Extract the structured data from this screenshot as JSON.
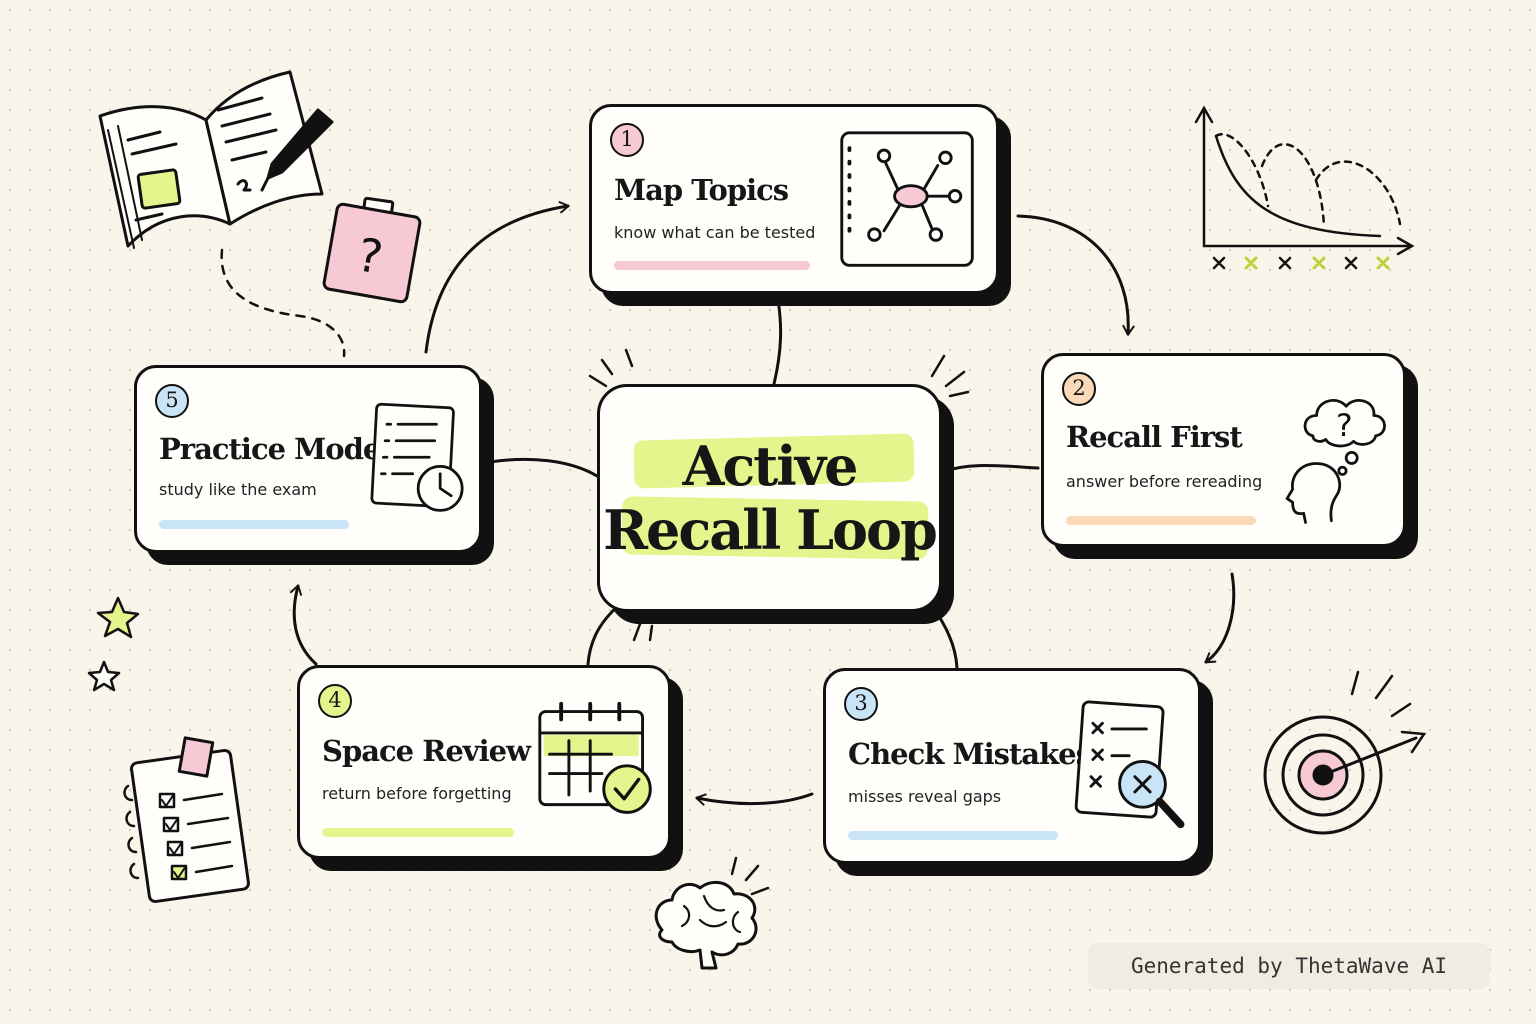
{
  "center": {
    "line1": "Active",
    "line2": "Recall Loop"
  },
  "steps": [
    {
      "num": "1",
      "title": "Map Topics",
      "subtitle": "know what can be tested",
      "icon": "mind-map-icon",
      "accent": "#f7c9d4"
    },
    {
      "num": "2",
      "title": "Recall First",
      "subtitle": "answer before rereading",
      "icon": "thinking-head-icon",
      "accent": "#f9d9b8"
    },
    {
      "num": "3",
      "title": "Check Mistakes",
      "subtitle": "misses reveal gaps",
      "icon": "checklist-magnifier-icon",
      "accent": "#c9e3f7"
    },
    {
      "num": "4",
      "title": "Space Review",
      "subtitle": "return before forgetting",
      "icon": "calendar-check-icon",
      "accent": "#e3f58c"
    },
    {
      "num": "5",
      "title": "Practice Mode",
      "subtitle": "study like the exam",
      "icon": "exam-clock-icon",
      "accent": "#c9e3f7"
    }
  ],
  "credit": "Generated by ThetaWave AI",
  "colors": {
    "background": "#faf5ea",
    "ink": "#111111",
    "highlight": "#e3f58c",
    "pink": "#f7c9d4"
  },
  "decorations": [
    "open-notebook-icon",
    "pencil-icon",
    "question-tag-icon",
    "forgetting-curve-icon",
    "target-icon",
    "checklist-icon",
    "star-icon",
    "brain-icon"
  ]
}
